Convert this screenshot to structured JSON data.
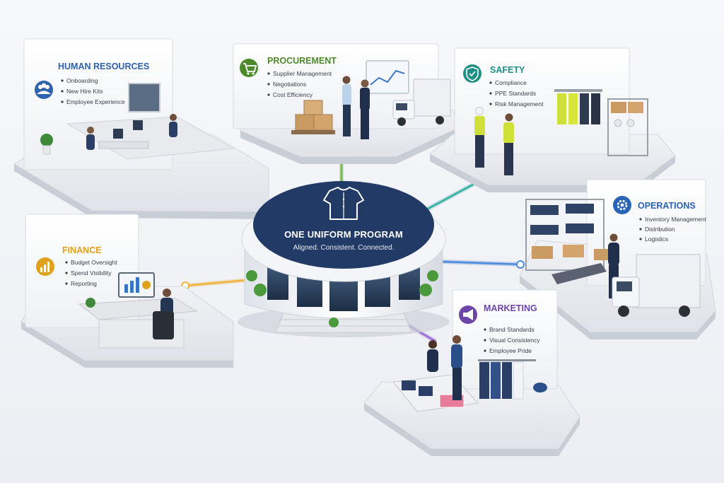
{
  "hub": {
    "title": "ONE UNIFORM PROGRAM",
    "subtitle": "Aligned. Consistent. Connected.",
    "icon": "shirt-icon",
    "color": "#223a66"
  },
  "departments": [
    {
      "id": "human-resources",
      "title": "HUMAN RESOURCES",
      "icon": "people-icon",
      "color": "#2f62ad",
      "items": [
        "Onboarding",
        "New Hire Kits",
        "Employee Experience"
      ]
    },
    {
      "id": "procurement",
      "title": "PROCUREMENT",
      "icon": "cart-icon",
      "color": "#4e8a2c",
      "items": [
        "Supplier Management",
        "Negotiations",
        "Cost Efficiency"
      ]
    },
    {
      "id": "safety",
      "title": "SAFETY",
      "icon": "shield-check-icon",
      "color": "#1f8f86",
      "items": [
        "Compliance",
        "PPE Standards",
        "Risk Management"
      ]
    },
    {
      "id": "finance",
      "title": "FINANCE",
      "icon": "chart-icon",
      "color": "#e0a21c",
      "items": [
        "Budget Oversight",
        "Spend Visibility",
        "Reporting"
      ]
    },
    {
      "id": "operations",
      "title": "OPERATIONS",
      "icon": "gear-icon",
      "color": "#2a64b8",
      "items": [
        "Inventory Management",
        "Distribution",
        "Logistics"
      ]
    },
    {
      "id": "marketing",
      "title": "MARKETING",
      "icon": "megaphone-icon",
      "color": "#6d44a8",
      "items": [
        "Brand Standards",
        "Visual Consistency",
        "Employee Pride"
      ]
    }
  ]
}
